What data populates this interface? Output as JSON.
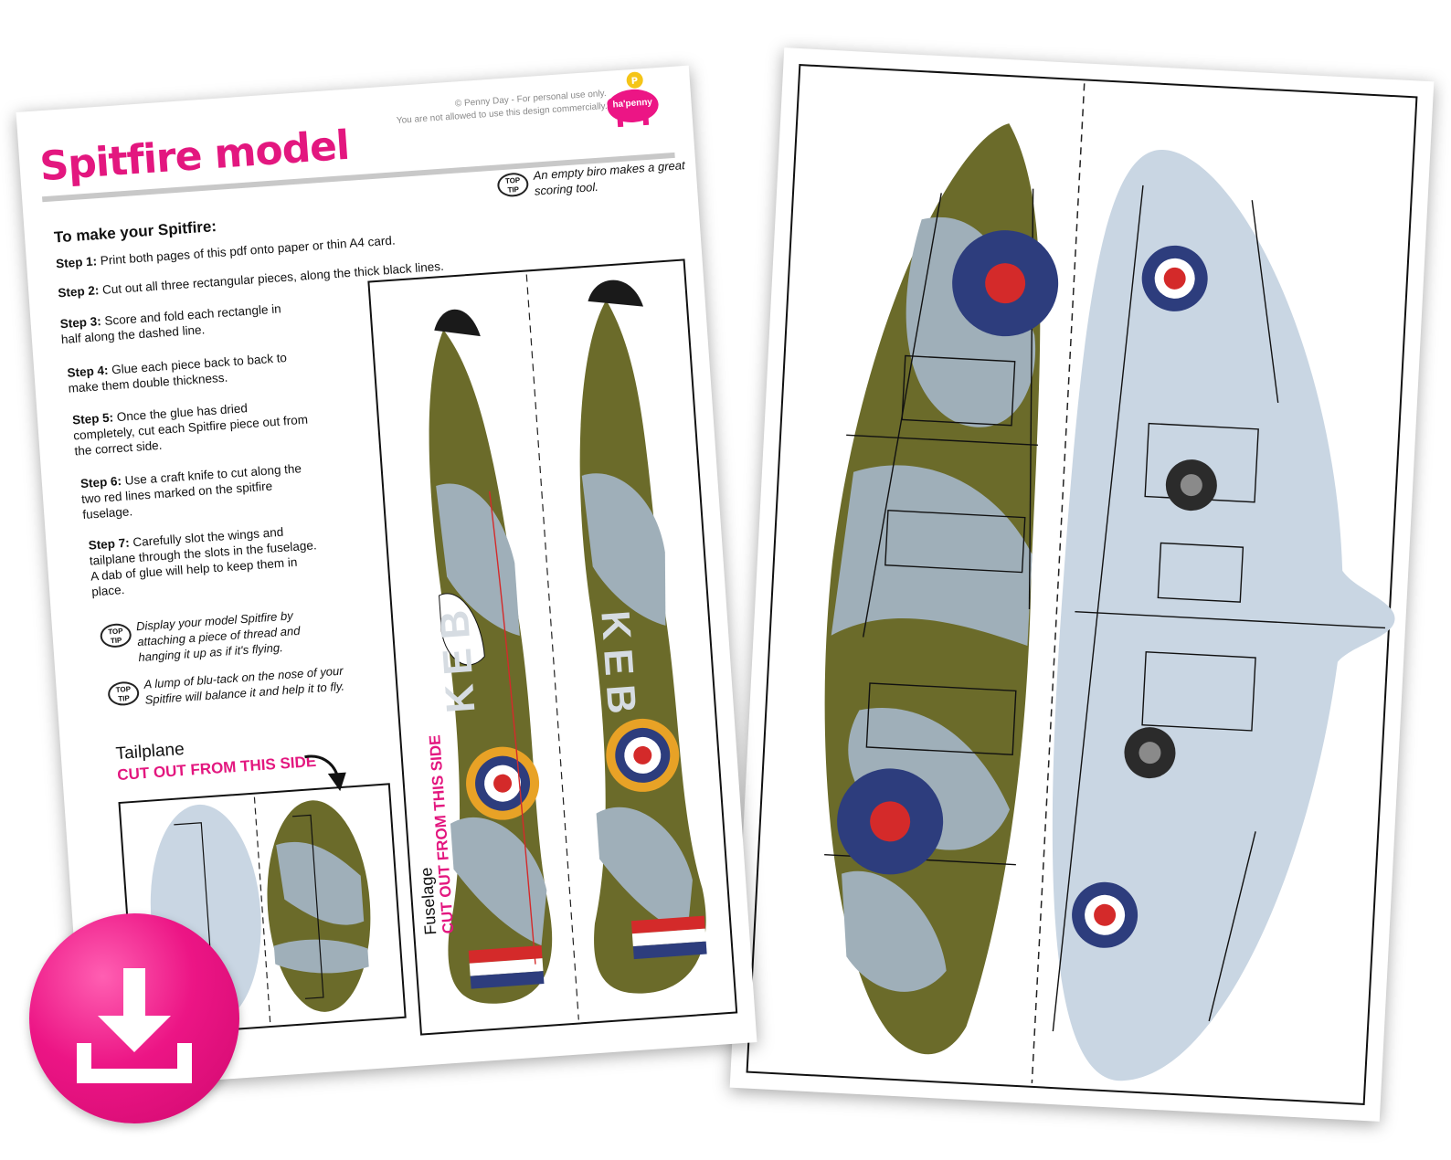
{
  "header": {
    "title": "Spitfire model",
    "copyright_line1": "© Penny Day - For personal use only.",
    "copyright_line2": "You are not allowed to use this design commercially.",
    "logo_text": "ha'penny"
  },
  "instructions": {
    "heading": "To make your Spitfire:",
    "steps": [
      {
        "label": "Step 1:",
        "text": "Print both pages of this pdf onto paper or thin A4 card."
      },
      {
        "label": "Step 2:",
        "text": "Cut out all three rectangular pieces, along the thick black lines."
      },
      {
        "label": "Step 3:",
        "text": "Score and fold each rectangle in half along the dashed line."
      },
      {
        "label": "Step 4:",
        "text": "Glue each piece back to back to make them double thickness."
      },
      {
        "label": "Step 5:",
        "text": "Once the glue has dried completely, cut each Spitfire piece out from the correct side."
      },
      {
        "label": "Step 6:",
        "text": "Use a craft knife to cut along the two red lines marked on the spitfire fuselage."
      },
      {
        "label": "Step 7:",
        "text": "Carefully slot the wings and tailplane through the slots in the fuselage. A dab of glue will help to keep them in place."
      }
    ],
    "tip_badge": "TOP TIP",
    "tips": [
      "An empty biro makes a great scoring tool.",
      "Display your model Spitfire by attaching a piece of thread and hanging it up as if it's flying.",
      "A lump of blu-tack on the nose of your Spitfire will balance it and help it to fly."
    ]
  },
  "pieces": {
    "tailplane_label": "Tailplane",
    "tailplane_cut": "CUT OUT FROM THIS SIDE",
    "fuselage_label": "Fuselage",
    "fuselage_cut": "CUT OUT FROM THIS SIDE",
    "fuselage_code_left": "KEB",
    "fuselage_code_right": "KEB"
  },
  "colors": {
    "accent": "#e3177f",
    "camo_green": "#6b6b2a",
    "camo_grey": "#9fafb9",
    "underside_blue": "#c9d6e3",
    "roundel_blue": "#2d3d7d",
    "roundel_red": "#d42a2a",
    "roundel_yellow": "#e8a226"
  },
  "download_button": {
    "icon": "download-icon"
  }
}
